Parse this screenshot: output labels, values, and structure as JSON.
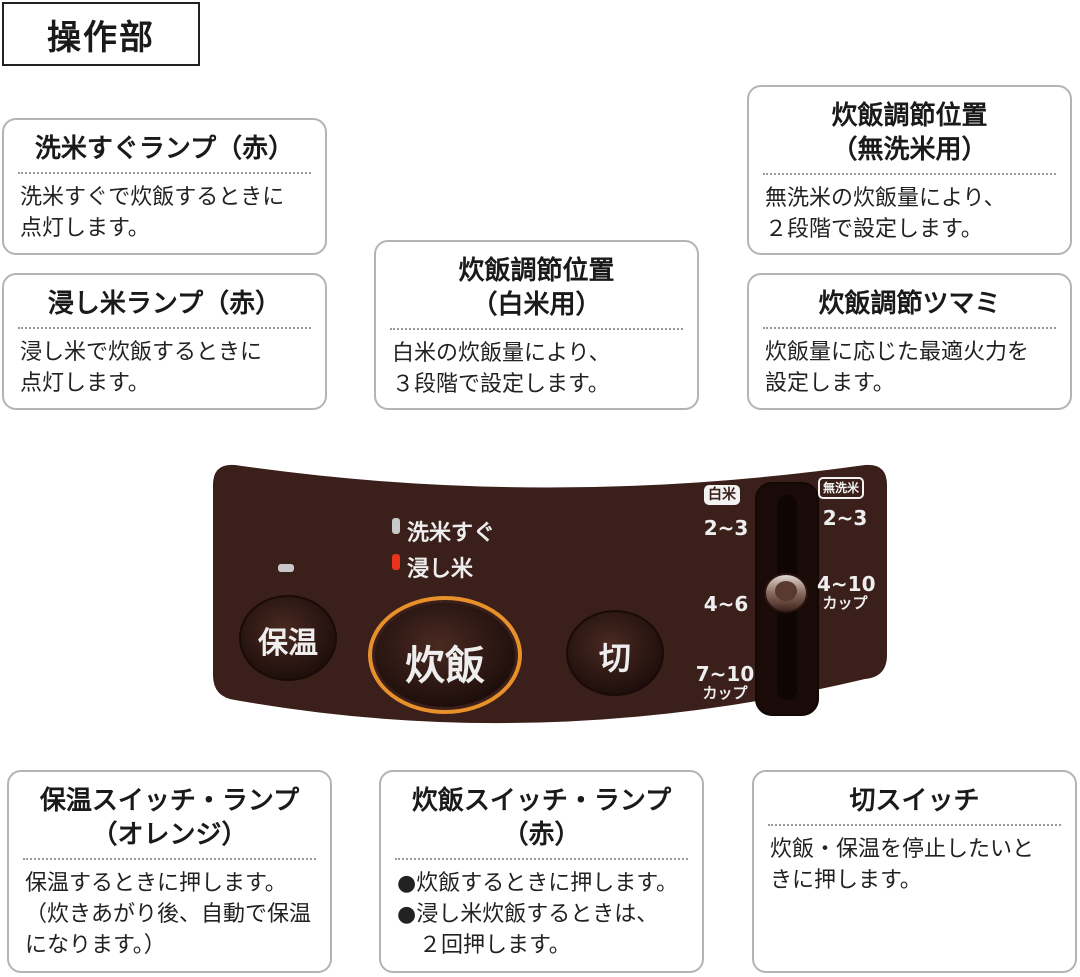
{
  "page": {
    "title": "操作部"
  },
  "cards": {
    "wash_lamp": {
      "heading": "洗米すぐランプ（赤）",
      "body": [
        "洗米すぐで炊飯するときに",
        "点灯します。"
      ]
    },
    "soak_lamp": {
      "heading": "浸し米ランプ（赤）",
      "body": [
        "浸し米で炊飯するときに",
        "点灯します。"
      ]
    },
    "white_rice_position": {
      "heading": [
        "炊飯調節位置",
        "（白米用）"
      ],
      "body": [
        "白米の炊飯量により、",
        "３段階で設定します。"
      ]
    },
    "musenmai_position": {
      "heading": [
        "炊飯調節位置",
        "（無洗米用）"
      ],
      "body": [
        "無洗米の炊飯量により、",
        "２段階で設定します。"
      ]
    },
    "knob": {
      "heading": "炊飯調節ツマミ",
      "body": [
        "炊飯量に応じた最適火力を",
        "設定します。"
      ]
    },
    "keep_warm": {
      "heading": [
        "保温スイッチ・ランプ",
        "（オレンジ）"
      ],
      "body": [
        "保温するときに押します。",
        "（炊きあがり後、自動で保温",
        "になります。）"
      ]
    },
    "cook": {
      "heading": [
        "炊飯スイッチ・ランプ",
        "（赤）"
      ],
      "body": [
        "●炊飯するときに押します。",
        "●浸し米炊飯するときは、",
        "　２回押します。"
      ]
    },
    "off": {
      "heading": "切スイッチ",
      "body": [
        "炊飯・保温を停止したいと",
        "きに押します。"
      ]
    }
  },
  "panel": {
    "buttons": {
      "keep_warm": "保温",
      "cook": "炊飯",
      "off": "切"
    },
    "indicators": {
      "wash": "洗米すぐ",
      "soak": "浸し米"
    },
    "tags": {
      "white_rice": "白米",
      "musenmai": "無洗米"
    },
    "white_scale": [
      {
        "value": "2~3",
        "unit": ""
      },
      {
        "value": "4~6",
        "unit": ""
      },
      {
        "value": "7~10",
        "unit": "カップ"
      }
    ],
    "musenmai_scale": [
      {
        "value": "2~3",
        "unit": ""
      },
      {
        "value": "4~10",
        "unit": "カップ"
      }
    ]
  },
  "colors": {
    "panel": "#3a1f1a",
    "button": "#2a1410",
    "cook_ring": "#e8902a",
    "lamp_red": "#e8341c",
    "lamp_grey": "#c8c8c8",
    "card_border": "#b4b4b4"
  }
}
